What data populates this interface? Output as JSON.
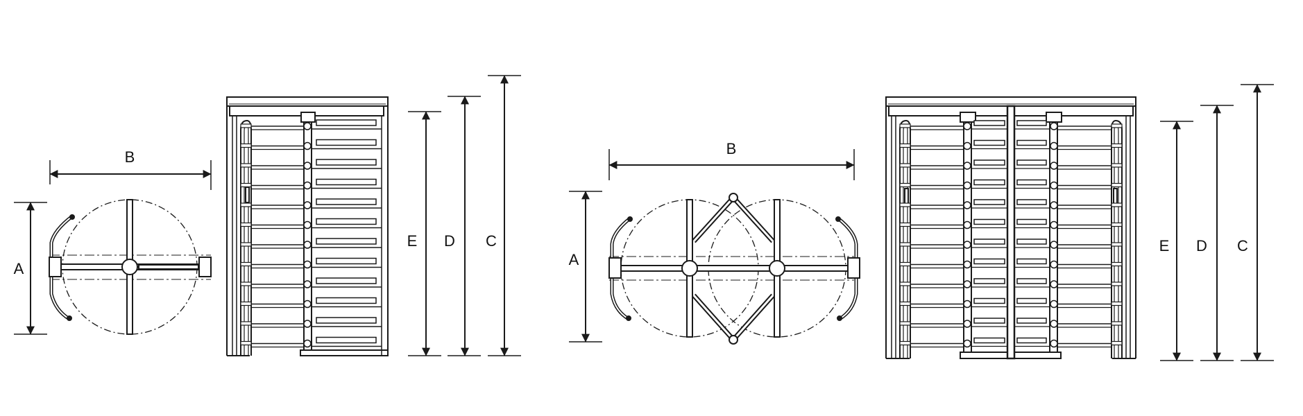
{
  "figure": {
    "stroke_color": "#1a1a1a",
    "background": "#ffffff",
    "single_turnstile": {
      "top_view": {
        "label_width": "B",
        "label_depth": "A"
      },
      "front_view": {
        "label_e": "E",
        "label_d": "D",
        "label_c": "C"
      }
    },
    "double_turnstile": {
      "top_view": {
        "label_width": "B",
        "label_depth": "A"
      },
      "front_view": {
        "label_e": "E",
        "label_d": "D",
        "label_c": "C"
      }
    }
  }
}
